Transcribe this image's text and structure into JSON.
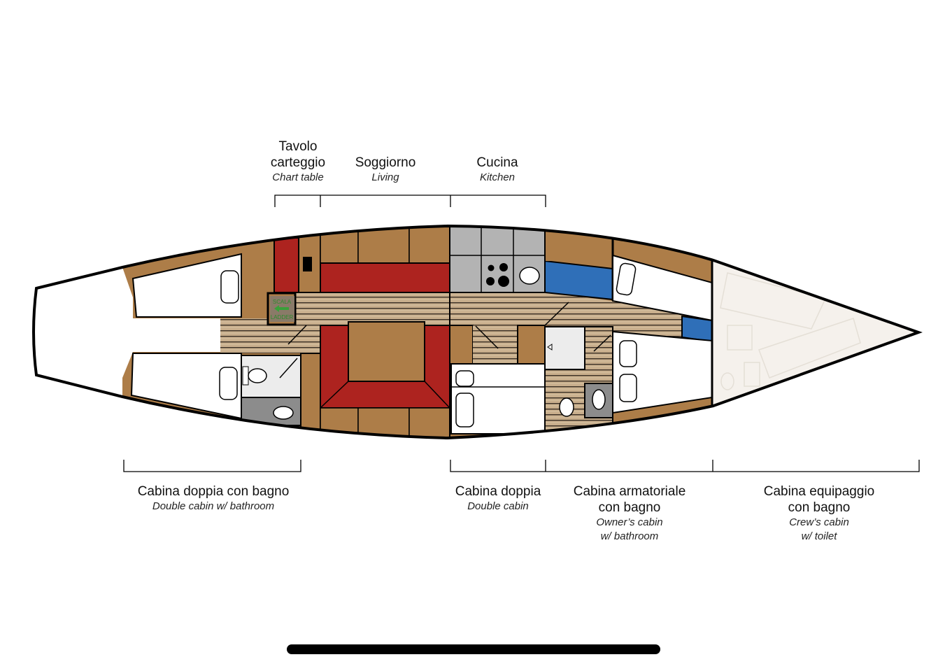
{
  "top_labels": [
    {
      "title": "Tavolo carteggio",
      "title_lines": [
        "Tavolo",
        "carteggio"
      ],
      "subtitle": "Chart table"
    },
    {
      "title": "Soggiorno",
      "subtitle": "Living"
    },
    {
      "title": "Cucina",
      "subtitle": "Kitchen"
    }
  ],
  "bottom_labels": [
    {
      "title": "Cabina doppia con bagno",
      "subtitle": "Double cabin w/ bathroom"
    },
    {
      "title": "Cabina doppia",
      "subtitle": "Double cabin"
    },
    {
      "title_lines": [
        "Cabina armatoriale",
        "con bagno"
      ],
      "subtitle_lines": [
        "Owner’s cabin",
        "w/ bathroom"
      ]
    },
    {
      "title_lines": [
        "Cabina equipaggio",
        "con bagno"
      ],
      "subtitle_lines": [
        "Crew’s cabin",
        "w/ toilet"
      ]
    }
  ],
  "ladder": {
    "line1": "SCALA",
    "line2": "LADDER"
  },
  "colors": {
    "wood": "#ad7d48",
    "cushion": "#ad231f",
    "galley": "#b3b3b3",
    "blue": "#2f6fb8",
    "floor": "#c8ae8c",
    "forepeak": "#f5f1ec"
  }
}
